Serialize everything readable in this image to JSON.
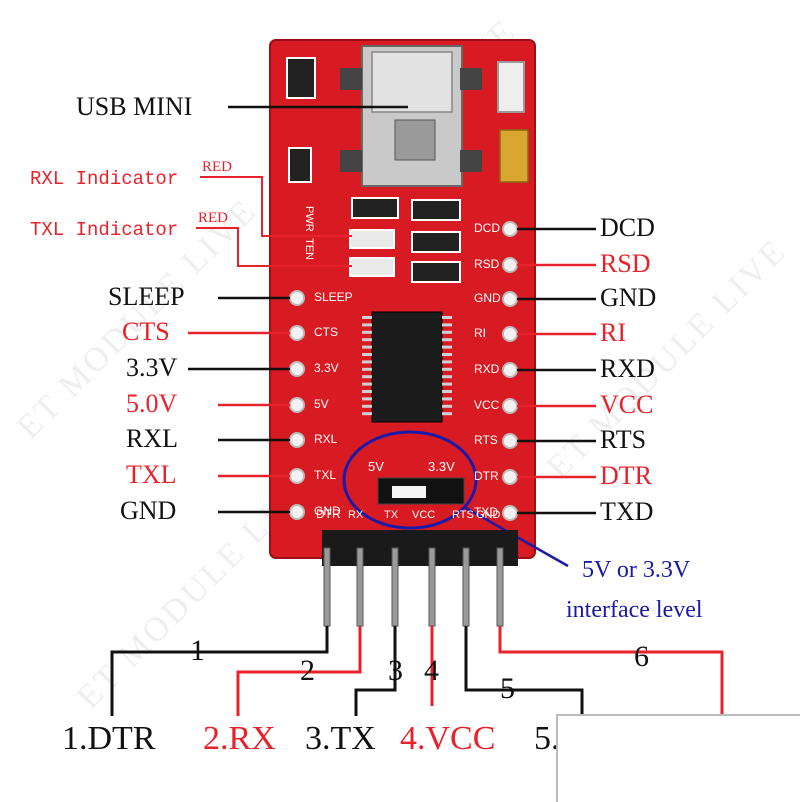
{
  "colors": {
    "red_text": "#e8222a",
    "black_text": "#111111",
    "board": "#d81a22",
    "blue": "#1a1aa8"
  },
  "top_label": "USB MINI",
  "indicators": [
    {
      "label": "RXL Indicator",
      "tag": "RED"
    },
    {
      "label": "TXL Indicator",
      "tag": "RED"
    }
  ],
  "left_pins": [
    {
      "label": "SLEEP",
      "silk": "SLEEP",
      "color": "black"
    },
    {
      "label": "CTS",
      "silk": "CTS",
      "color": "red"
    },
    {
      "label": "3.3V",
      "silk": "3.3V",
      "color": "black"
    },
    {
      "label": "5.0V",
      "silk": "5V",
      "color": "red"
    },
    {
      "label": "RXL",
      "silk": "RXL",
      "color": "black"
    },
    {
      "label": "TXL",
      "silk": "TXL",
      "color": "red"
    },
    {
      "label": "GND",
      "silk": "GND",
      "color": "black"
    }
  ],
  "right_pins": [
    {
      "label": "DCD",
      "silk": "DCD",
      "color": "black"
    },
    {
      "label": "RSD",
      "silk": "RSD",
      "color": "red"
    },
    {
      "label": "GND",
      "silk": "GND",
      "color": "black"
    },
    {
      "label": "RI",
      "silk": "RI",
      "color": "red"
    },
    {
      "label": "RXD",
      "silk": "RXD",
      "color": "black"
    },
    {
      "label": "VCC",
      "silk": "VCC",
      "color": "red"
    },
    {
      "label": "RTS",
      "silk": "RTS",
      "color": "black"
    },
    {
      "label": "DTR",
      "silk": "DTR",
      "color": "red"
    },
    {
      "label": "TXD",
      "silk": "TXD",
      "color": "black"
    }
  ],
  "board_silk": {
    "top_left": [
      "PWR",
      "TEN"
    ],
    "bottom_left": "DTR",
    "header_row": [
      "RX",
      "TX",
      "VCC",
      "RTS",
      "GND"
    ],
    "jumper": [
      "5V",
      "3.3V"
    ]
  },
  "jumper_note": [
    "5V or 3.3V",
    "interface level"
  ],
  "header_numbers": [
    "1",
    "2",
    "3",
    "4",
    "5",
    "6"
  ],
  "bottom_labels": [
    {
      "text": "1.DTR",
      "color": "black"
    },
    {
      "text": "2.RX",
      "color": "red"
    },
    {
      "text": "3.TX",
      "color": "black"
    },
    {
      "text": "4.VCC",
      "color": "red"
    },
    {
      "text": "5.",
      "color": "black"
    }
  ],
  "watermark": "ET MODULE LIVE"
}
